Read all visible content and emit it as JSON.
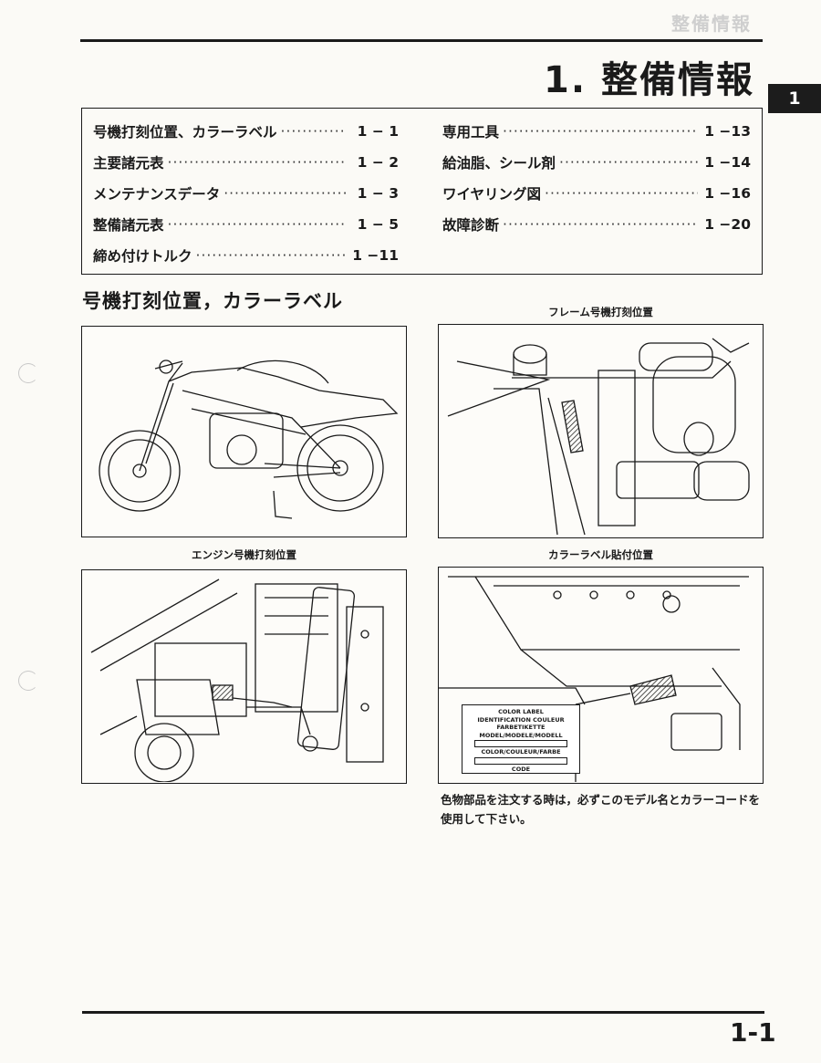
{
  "header_stamp": "整備情報",
  "page_title": "1. 整備情報",
  "chapter_tab": "1",
  "toc": {
    "left": [
      {
        "label": "号機打刻位置、カラーラベル",
        "page": "1 − 1"
      },
      {
        "label": "主要諸元表",
        "page": "1 − 2"
      },
      {
        "label": "メンテナンスデータ",
        "page": "1 − 3"
      },
      {
        "label": "整備諸元表",
        "page": "1 − 5"
      },
      {
        "label": "締め付けトルク",
        "page": "1 −11"
      }
    ],
    "right": [
      {
        "label": "専用工具",
        "page": "1 −13"
      },
      {
        "label": "給油脂、シール剤",
        "page": "1 −14"
      },
      {
        "label": "ワイヤリング図",
        "page": "1 −16"
      },
      {
        "label": "故障診断",
        "page": "1 −20"
      }
    ]
  },
  "section_heading": "号機打刻位置，カラーラベル",
  "captions": {
    "frame_number": "フレーム号機打刻位置",
    "engine_number": "エンジン号機打刻位置",
    "color_label": "カラーラベル貼付位置"
  },
  "color_label_plate": {
    "line1": "COLOR LABEL",
    "line2": "IDENTIFICATION COULEUR",
    "line3": "FARBETIKETTE",
    "line4": "MODEL/MODELE/MODELL",
    "line5": "COLOR/COULEUR/FARBE",
    "line6": "CODE"
  },
  "note": "色物部品を注文する時は，必ずこのモデル名とカラーコードを使用して下さい。",
  "folio": "1-1"
}
